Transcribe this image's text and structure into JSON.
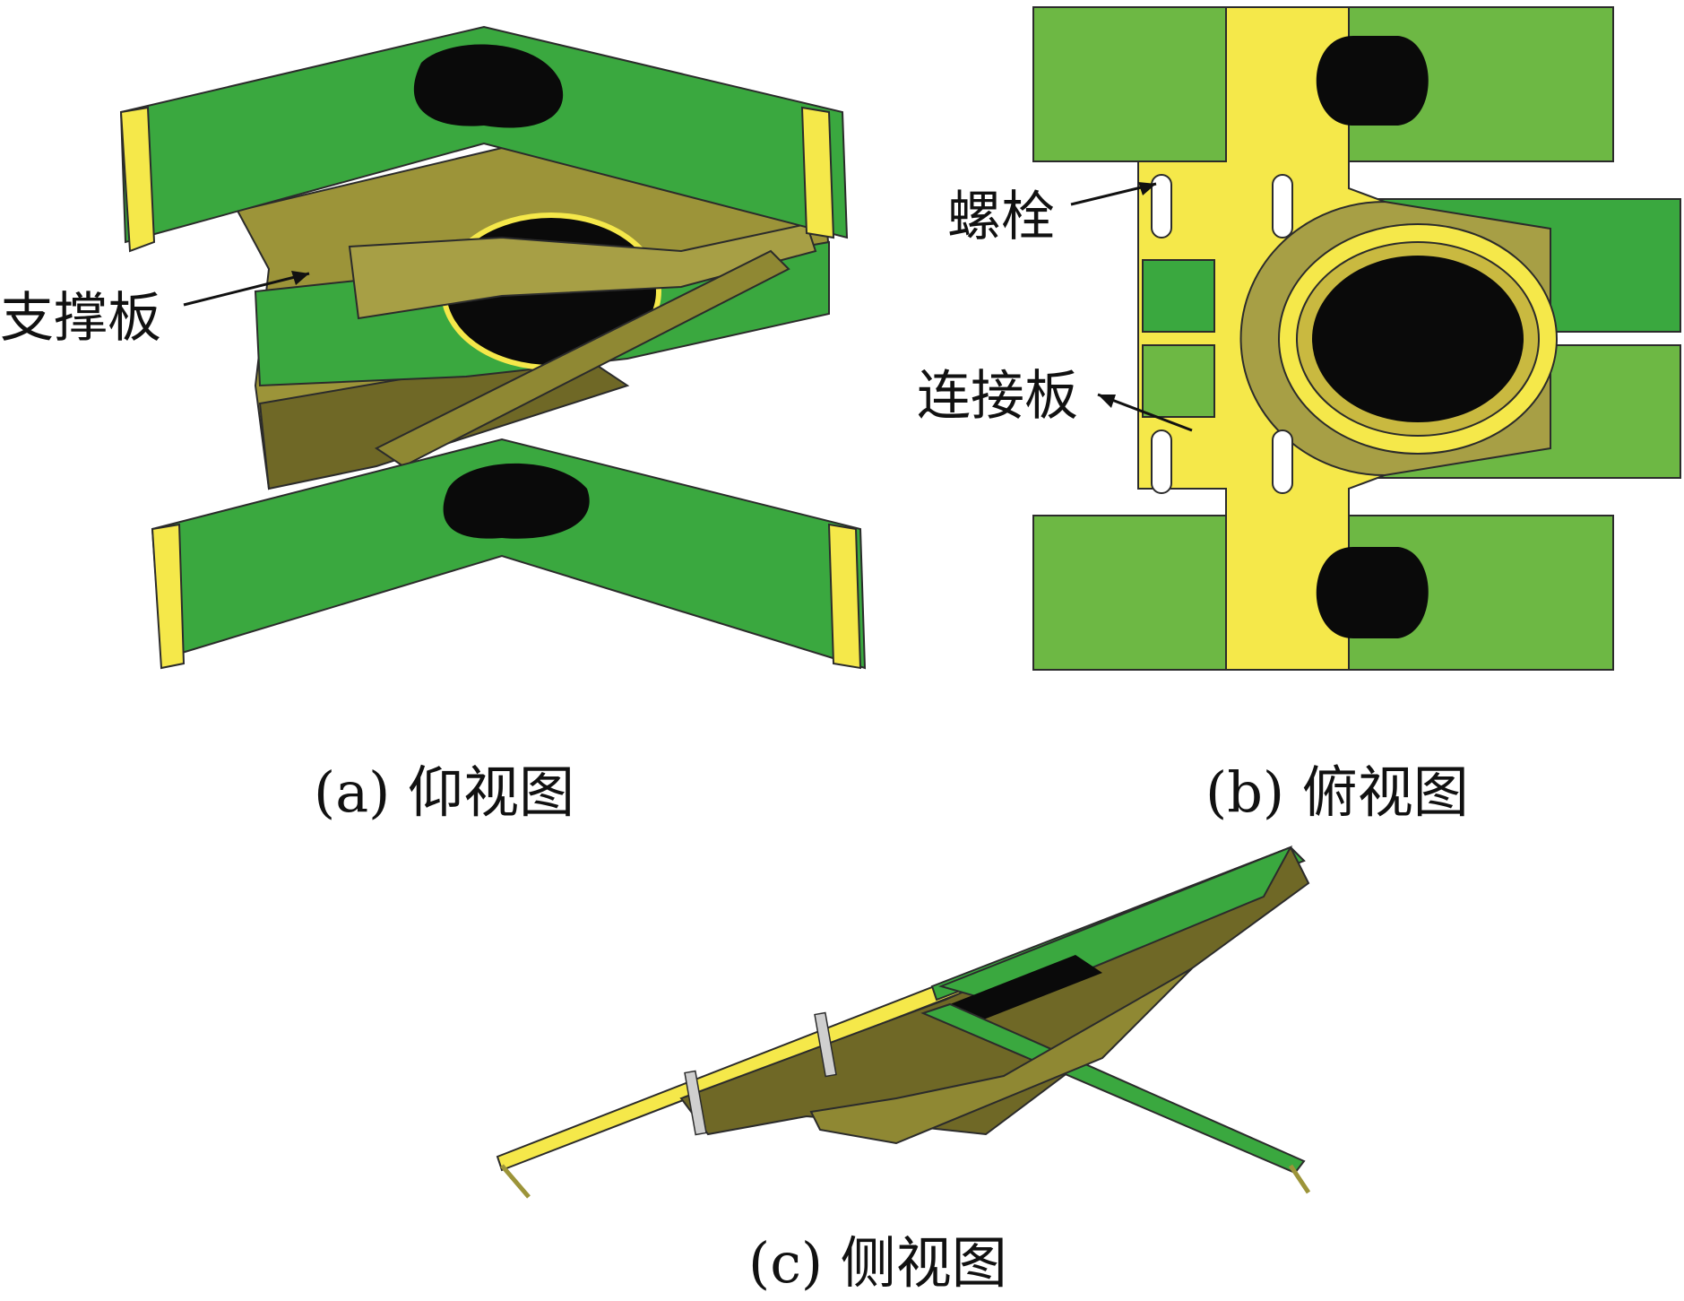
{
  "figure": {
    "panels": [
      {
        "id": "a",
        "caption": "(a)  仰视图",
        "annotation": "支撑板"
      },
      {
        "id": "b",
        "caption": "(b)  俯视图",
        "annotations": [
          "螺栓",
          "连接板"
        ]
      },
      {
        "id": "c",
        "caption": "(c)  侧视图"
      }
    ]
  },
  "colors": {
    "green": "#3aa83f",
    "green_light": "#6db844",
    "green_dark": "#2e7d32",
    "yellow": "#f5e84a",
    "olive": "#9c9439",
    "olive_dark": "#6f6826",
    "black": "#0a0a0a",
    "outline": "#2b2b2b"
  }
}
